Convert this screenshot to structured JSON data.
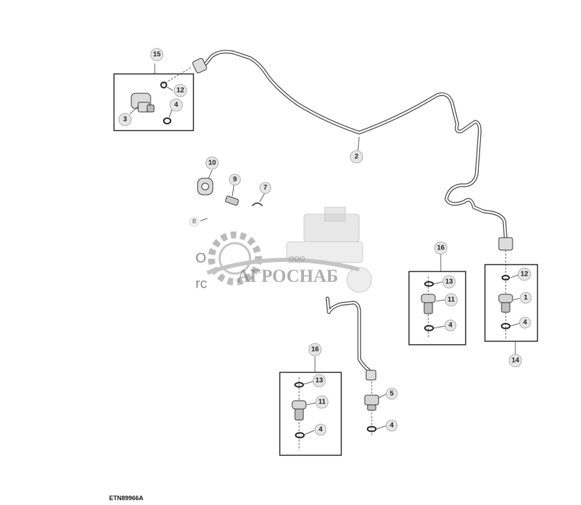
{
  "figure_code": "ETN89966A",
  "watermark": {
    "prefix": "ООО",
    "brand": "АГРОСНАБ",
    "fragment_left": "О",
    "fragment_left2": "rc"
  },
  "callouts": {
    "c15": "15",
    "c12a": "12",
    "c3": "3",
    "c4a": "4",
    "c2": "2",
    "c10": "10",
    "c9": "9",
    "c7": "7",
    "c8": "8",
    "c16a": "16",
    "c13a": "13",
    "c11a": "11",
    "c4b": "4",
    "c12b": "12",
    "c1": "1",
    "c4c": "4",
    "c14": "14",
    "c16b": "16",
    "c13b": "13",
    "c11b": "11",
    "c4d": "4",
    "c5": "5",
    "c4e": "4"
  },
  "colors": {
    "line": "#3a3a3a",
    "callout_fill": "#e6e6e6",
    "watermark": "#6f6f6f"
  }
}
